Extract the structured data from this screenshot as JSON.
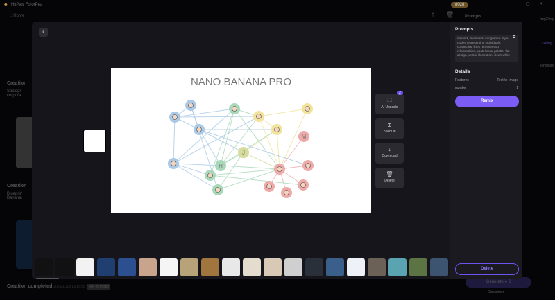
{
  "app": {
    "title": "HitPaw FotorPea",
    "nav_home": "Home",
    "credits": "8028"
  },
  "background": {
    "cards": [
      {
        "title": "Creation",
        "text1": "Sociogr",
        "text2": "corpora"
      },
      {
        "title": "Creation",
        "text1": "Blueprin",
        "text2": "Banana"
      }
    ],
    "footer": {
      "title": "Creation completed",
      "time": "2025/11/28 19:15:58",
      "badge": "Text-to-Image"
    },
    "generate_label": "Generate",
    "generate_cost": "2",
    "disclaimer": "Disclaimer",
    "right_tabs": [
      {
        "label": "Img2Img"
      },
      {
        "label": "TxtImg"
      },
      {
        "label": "Template"
      }
    ],
    "prompts_label": "Prompts"
  },
  "viewer": {
    "image_title": "NANO BANANA PRO",
    "actions": [
      {
        "label": "AI Upscale",
        "icon": "upscale-icon",
        "badge": "2"
      },
      {
        "label": "Zoom in",
        "icon": "zoom-in-icon"
      },
      {
        "label": "Download",
        "icon": "download-icon"
      },
      {
        "label": "Delete",
        "icon": "trash-icon"
      }
    ],
    "thumb_colors": [
      "#111",
      "#111",
      "#f2f2f2",
      "#1f3f70",
      "#2b4f8f",
      "#c9a48d",
      "#f5f5f5",
      "#b8a27a",
      "#a0753e",
      "#e8e8e8",
      "#e4dccd",
      "#d7c9b5",
      "#cfcfcf",
      "#2a3039",
      "#3a5f8a",
      "#eef1f7",
      "#6b6156",
      "#5aa3b0",
      "#5c7444",
      "#3d5470"
    ]
  },
  "panel": {
    "prompts_title": "Prompts",
    "prompt_text": "network, minimalist infographic style, nodes representing individuals, connecting lines representing relationships, pastel color palette, flat design, vector illustration, clean white",
    "details_title": "Details",
    "details": [
      {
        "label": "Features",
        "value": "Text-to-Image"
      },
      {
        "label": "number",
        "value": "1"
      }
    ],
    "remix_label": "Remix",
    "delete_label": "Delete"
  },
  "colors": {
    "accent": "#7b5cf5",
    "blue": "#a9c9e6",
    "green": "#a8d8b9",
    "yellow": "#f2e39a",
    "red": "#eea9a9",
    "olive": "#d6dc9c"
  }
}
